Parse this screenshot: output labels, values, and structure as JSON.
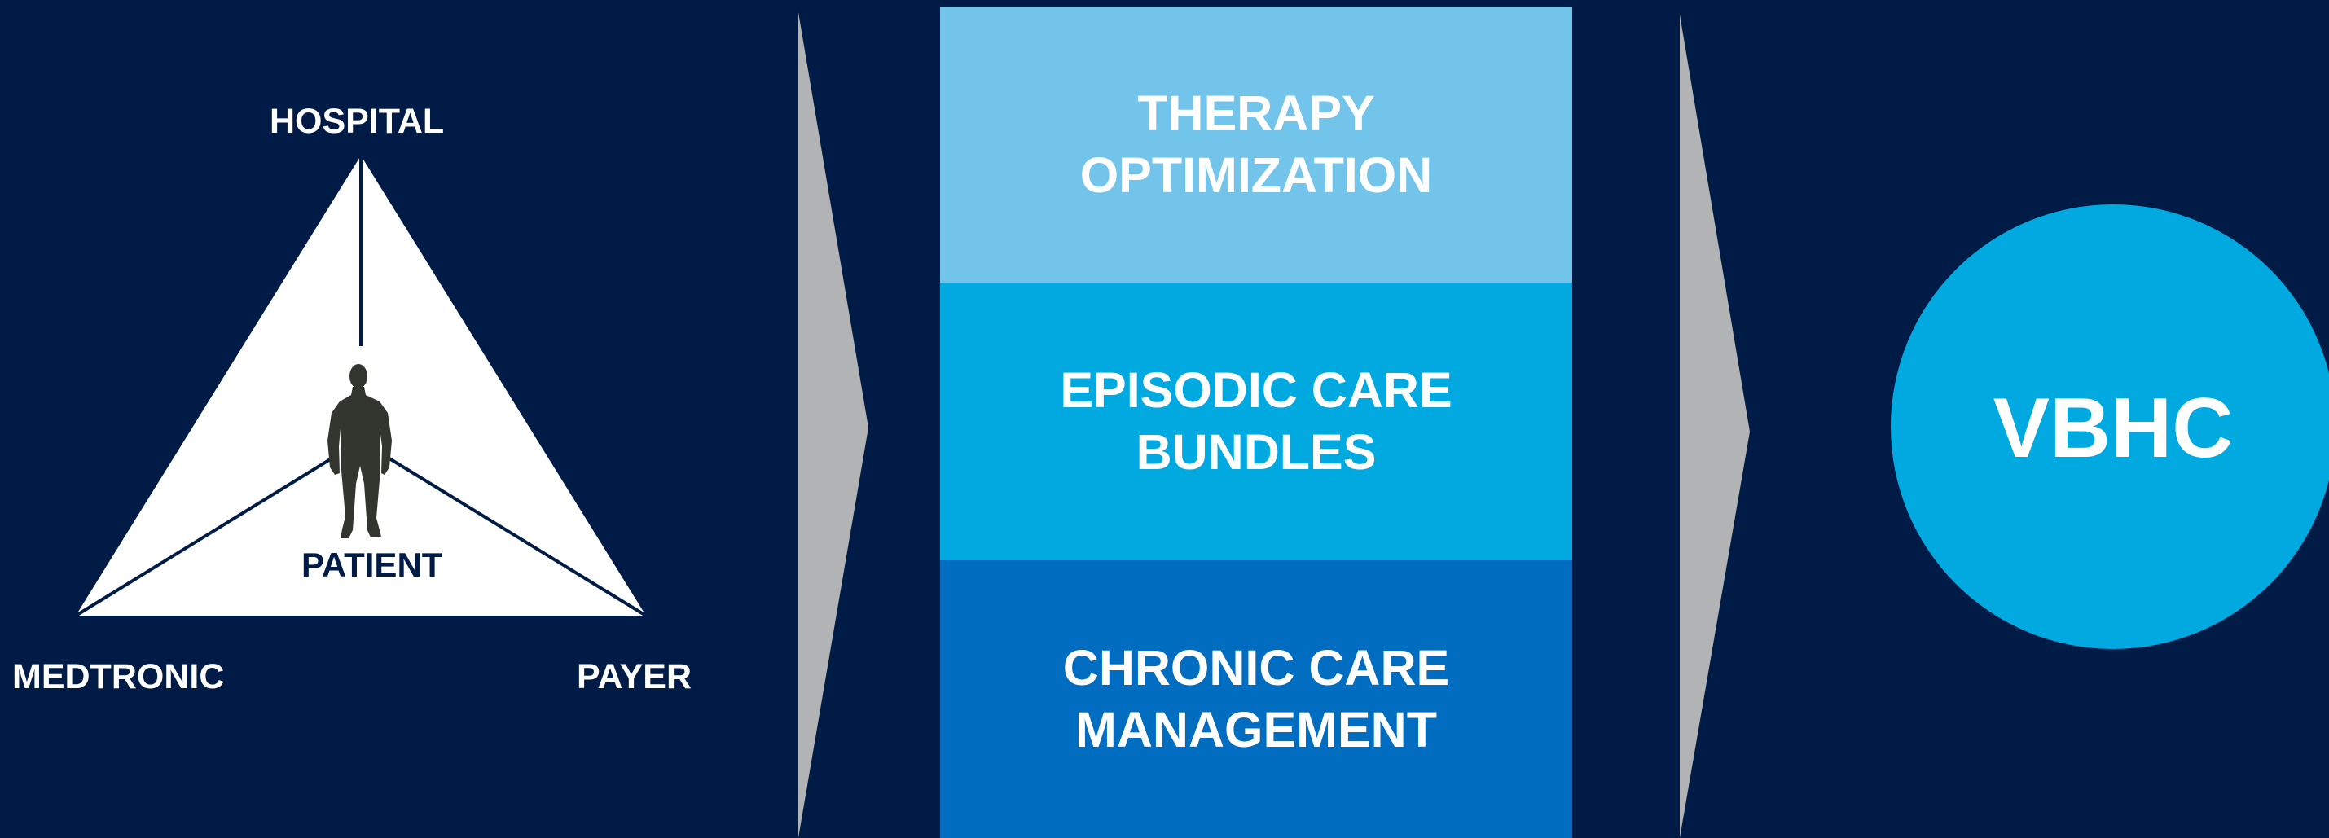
{
  "colors": {
    "background": "#001c46",
    "triangle_fill": "#ffffff",
    "triangle_lines": "#001c46",
    "patient_silhouette": "#33352f",
    "arrow": "#b1b3b4",
    "therapy_block": "#72c4ea",
    "episodic_block": "#00a9e0",
    "chronic_block": "#006dc0",
    "vbhc_circle": "#00a9e0",
    "text_light": "#ffffff",
    "text_dark": "#001c46"
  },
  "stakeholders": {
    "hospital": "HOSPITAL",
    "medtronic": "MEDTRONIC",
    "payer": "PAYER",
    "patient": "PATIENT"
  },
  "patient_icon": "person-silhouette-icon",
  "arrow_icon": "chevron-arrow-icon",
  "care_blocks": [
    {
      "label": "THERAPY\nOPTIMIZATION"
    },
    {
      "label": "EPISODIC CARE\nBUNDLES"
    },
    {
      "label": "CHRONIC CARE\nMANAGEMENT"
    }
  ],
  "outcome": {
    "label": "VBHC"
  }
}
